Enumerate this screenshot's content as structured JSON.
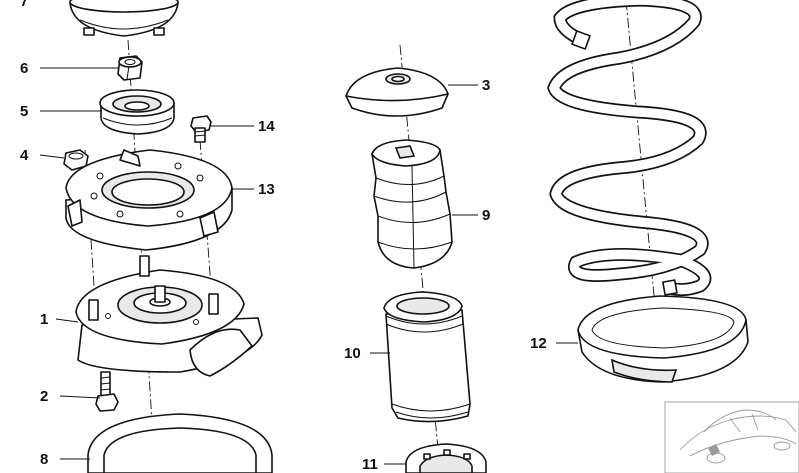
{
  "diagram": {
    "callouts": [
      {
        "id": "c7",
        "number": "7"
      },
      {
        "id": "c6",
        "number": "6"
      },
      {
        "id": "c5",
        "number": "5"
      },
      {
        "id": "c4",
        "number": "4"
      },
      {
        "id": "c14",
        "number": "14"
      },
      {
        "id": "c13",
        "number": "13"
      },
      {
        "id": "c3",
        "number": "3"
      },
      {
        "id": "c9",
        "number": "9"
      },
      {
        "id": "c1",
        "number": "1"
      },
      {
        "id": "c10",
        "number": "10"
      },
      {
        "id": "c12",
        "number": "12"
      },
      {
        "id": "c2",
        "number": "2"
      },
      {
        "id": "c8",
        "number": "8"
      },
      {
        "id": "c11",
        "number": "11"
      }
    ],
    "inset_icon": "car-location-icon"
  }
}
